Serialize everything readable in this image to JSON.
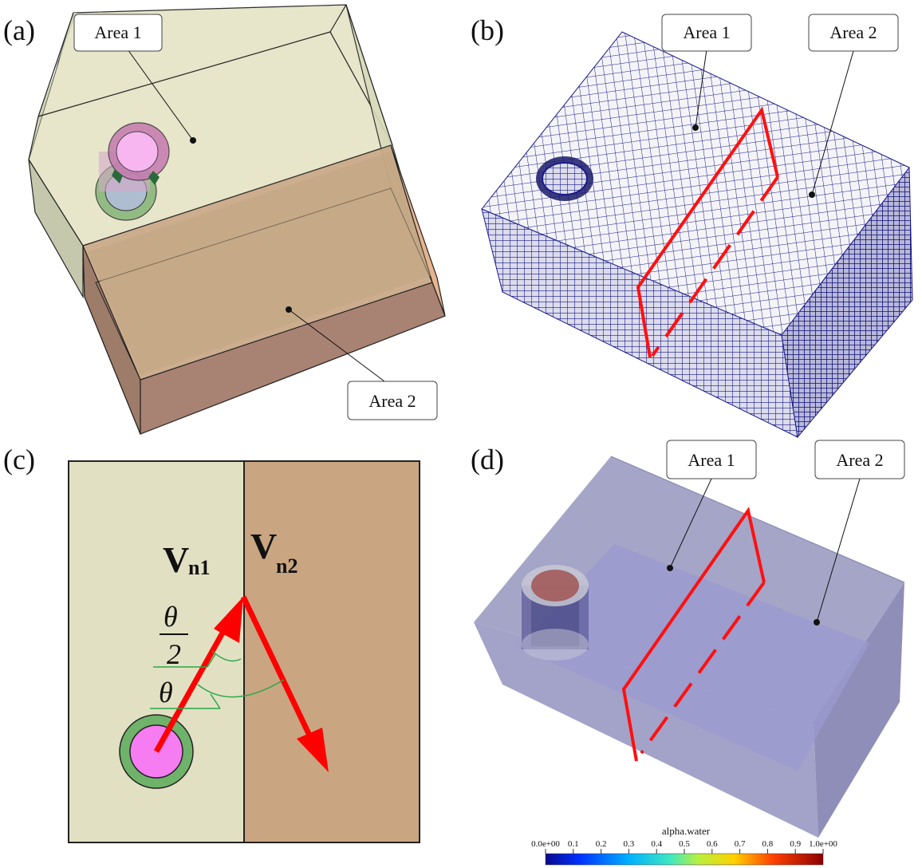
{
  "panels": {
    "a": {
      "label": "(a)",
      "callout_area1": "Area 1",
      "callout_area2": "Area 2"
    },
    "b": {
      "label": "(b)",
      "callout_area1": "Area 1",
      "callout_area2": "Area 2"
    },
    "c": {
      "label": "(c)",
      "vector1_main": "V",
      "vector1_sub": "n1",
      "vector2_main": "V",
      "vector2_sub": "n2",
      "half_angle_num": "θ",
      "half_angle_den": "2",
      "angle": "θ"
    },
    "d": {
      "label": "(d)",
      "callout_area1": "Area 1",
      "callout_area2": "Area 2",
      "colorbar_title": "alpha.water",
      "colorbar_ticks": [
        "0.0e+00",
        "0.1",
        "0.2",
        "0.3",
        "0.4",
        "0.5",
        "0.6",
        "0.7",
        "0.8",
        "0.9",
        "1.0e+00"
      ]
    }
  },
  "colors": {
    "area1_fill": "#e2e0c2",
    "area2_fill": "#c9a582",
    "arrow": "#ff0000",
    "inner_pile": "#f67cf2",
    "outer_pile": "#6fb26a",
    "angle_arc": "#2aa84a",
    "mesh_line": "#1a1a8c",
    "tank_fill": "#9a9ac2"
  }
}
